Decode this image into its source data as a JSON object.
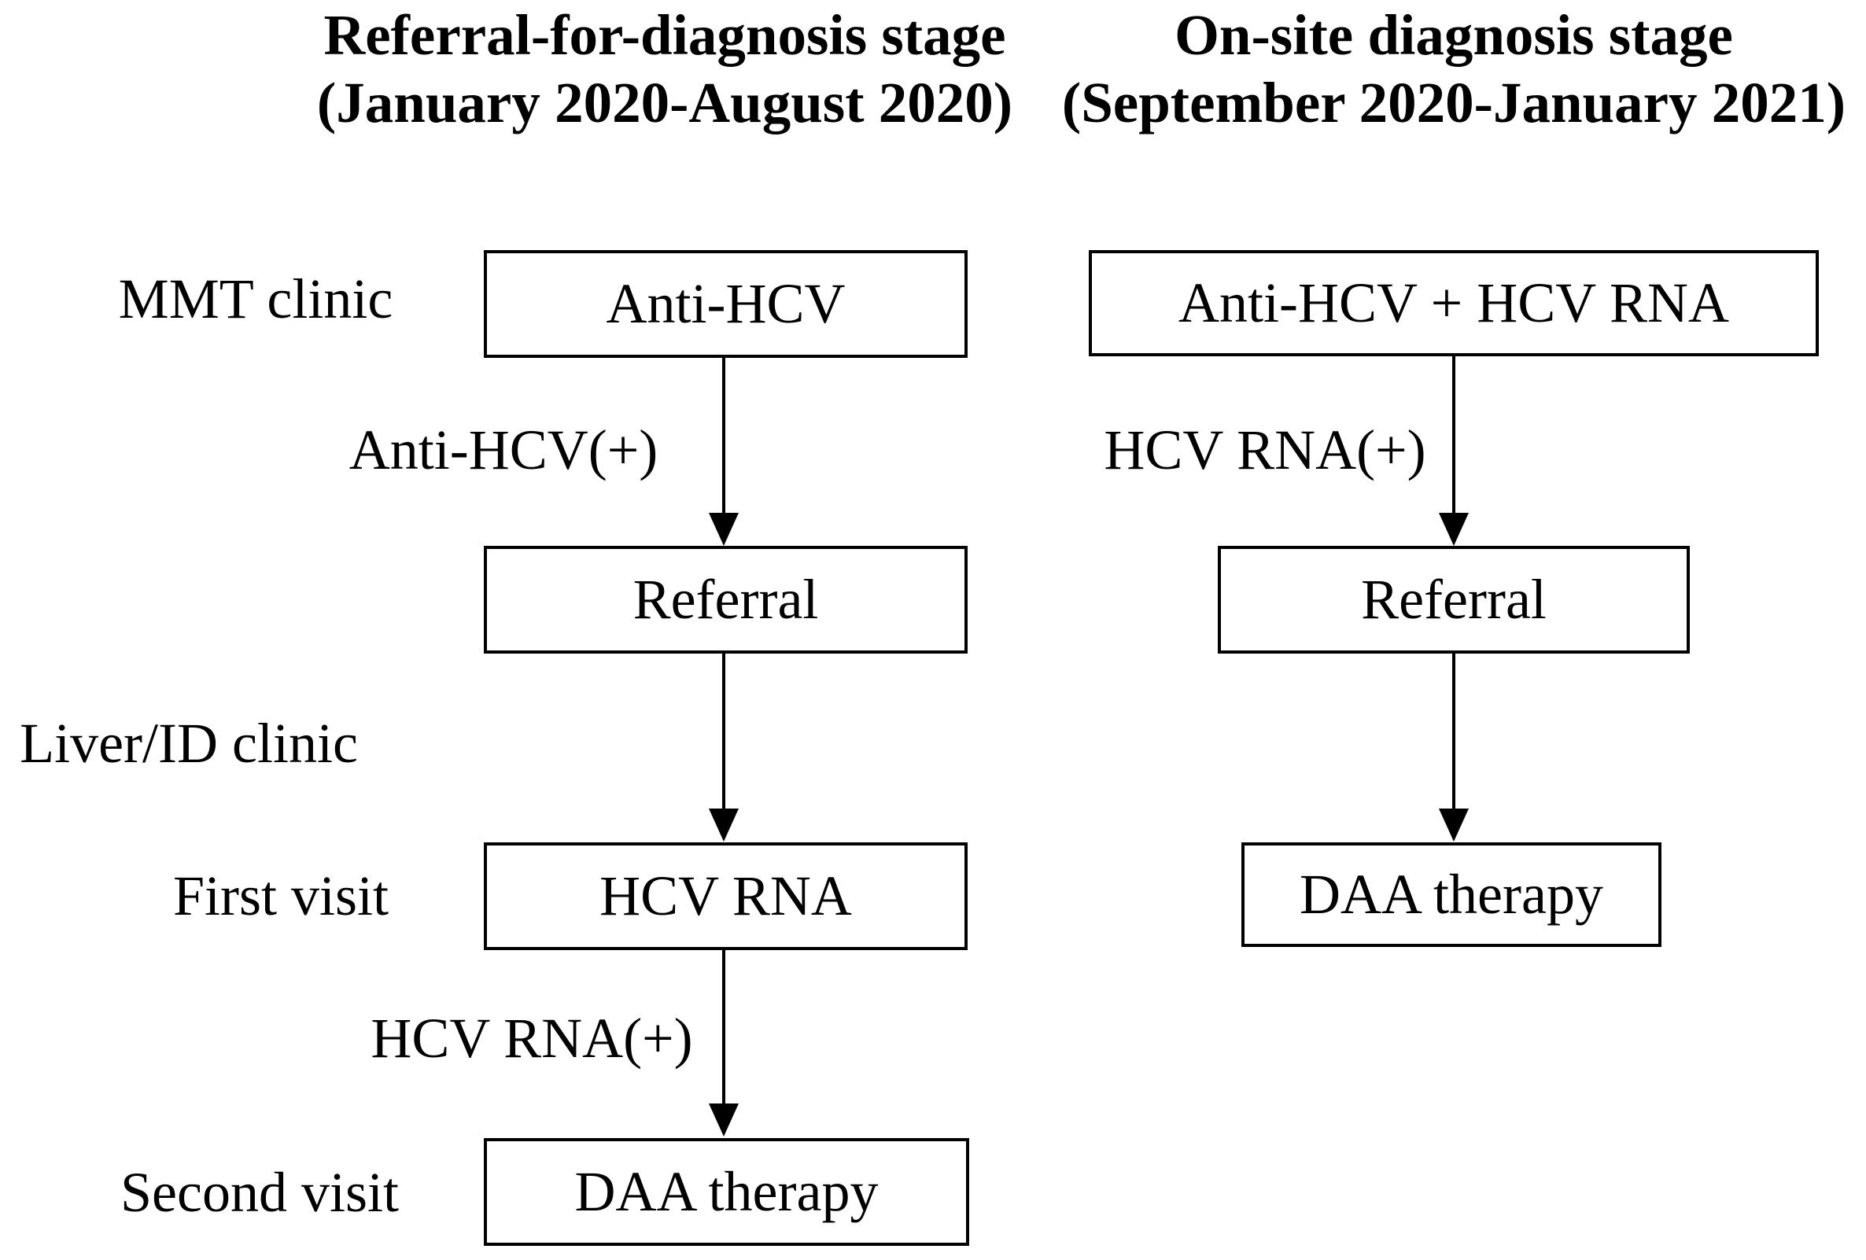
{
  "diagram": {
    "background_color": "#ffffff",
    "line_color": "#000000",
    "left_column": {
      "header_line1": "Referral-for-diagnosis stage",
      "header_line2": "(January 2020-August 2020)",
      "row_labels": {
        "mmt_clinic": "MMT clinic",
        "liver_id_clinic": "Liver/ID clinic",
        "first_visit": "First visit",
        "second_visit": "Second visit"
      },
      "boxes": {
        "anti_hcv": "Anti-HCV",
        "referral": "Referral",
        "hcv_rna": "HCV RNA",
        "daa_therapy": "DAA therapy"
      },
      "arrow_labels": {
        "anti_hcv_positive": "Anti-HCV(+)",
        "hcv_rna_positive": "HCV RNA(+)"
      }
    },
    "right_column": {
      "header_line1": "On-site diagnosis stage",
      "header_line2": "(September 2020-January 2021)",
      "boxes": {
        "anti_hcv_plus_rna": "Anti-HCV + HCV RNA",
        "referral": "Referral",
        "daa_therapy": "DAA therapy"
      },
      "arrow_labels": {
        "hcv_rna_positive": "HCV RNA(+)"
      }
    }
  }
}
